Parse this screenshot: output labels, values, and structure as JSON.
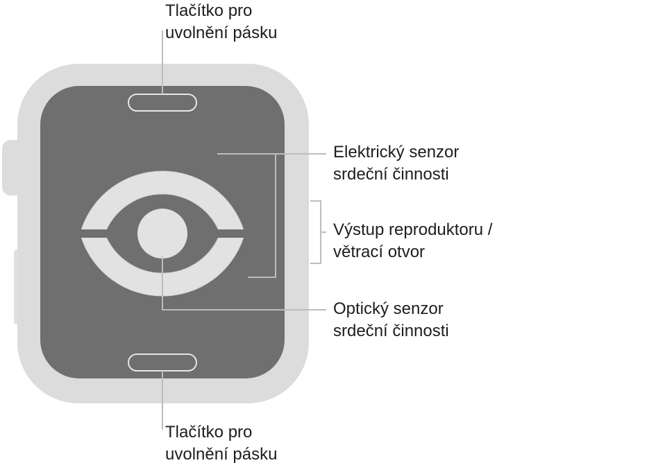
{
  "colors": {
    "case_outer": "#dcdcdc",
    "case_edge": "#cfcfcf",
    "back_panel": "#6f6f6f",
    "sensor_ring": "#e2e2e2",
    "callout_line": "#bdbdbd",
    "text": "#1d1d1f"
  },
  "icons": {
    "watch": "apple-watch-back-icon",
    "digital_crown": "digital-crown-icon",
    "side_button": "side-button-icon"
  },
  "callouts": {
    "band_release_top": {
      "line1": "Tlačítko pro",
      "line2": "uvolnění pásku"
    },
    "electrical_sensor": {
      "line1": "Elektrický senzor",
      "line2": "srdeční činnosti"
    },
    "speaker_vent": {
      "line1": "Výstup reproduktoru /",
      "line2": "větrací otvor"
    },
    "optical_sensor": {
      "line1": "Optický senzor",
      "line2": "srdeční činnosti"
    },
    "band_release_bottom": {
      "line1": "Tlačítko pro",
      "line2": "uvolnění pásku"
    }
  }
}
